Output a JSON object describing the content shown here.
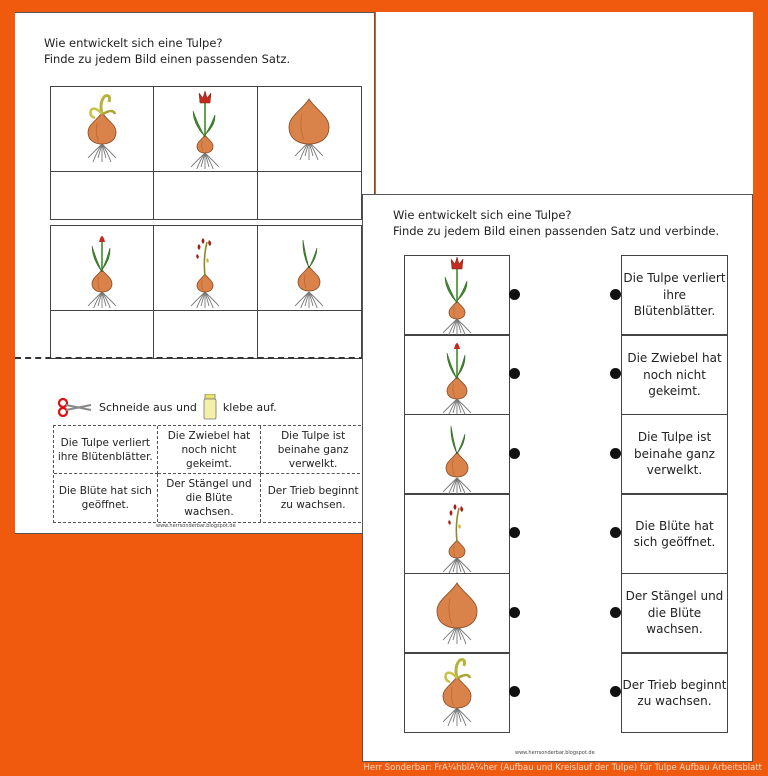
{
  "sheet1": {
    "title": "Wie entwickelt sich eine Tulpe?",
    "instruction": "Finde zu jedem Bild einen passenden Satz.",
    "top_images": [
      "bulb-sprouting-icon",
      "bloom-tulip-icon",
      "large-bulb-icon"
    ],
    "bottom_images": [
      "bud-tulip-icon",
      "wilting-tulip-icon",
      "young-shoot-icon"
    ],
    "cut_text_1": "Schneide aus und",
    "cut_text_2": "klebe auf.",
    "strips": [
      "Die Tulpe verliert ihre Blütenblätter.",
      "Die Zwiebel hat noch nicht gekeimt.",
      "Die Tulpe ist beinahe ganz verwelkt.",
      "Die Blüte hat sich geöffnet.",
      "Der Stängel und die Blüte wachsen.",
      "Der Trieb beginnt zu wachsen."
    ],
    "footer": "www.herrsonderbar.blogspot.de"
  },
  "sheet2": {
    "title": "Wie entwickelt sich eine Tulpe?",
    "instruction": "Finde zu jedem Bild einen passenden Satz und verbinde.",
    "images": [
      "bloom-tulip-icon",
      "bud-tulip-icon",
      "young-shoot-icon",
      "wilting-tulip-icon",
      "large-bulb-icon",
      "bulb-sprouting-icon"
    ],
    "sentences": [
      "Die Tulpe verliert ihre Blütenblätter.",
      "Die Zwiebel hat noch nicht gekeimt.",
      "Die Tulpe ist beinahe ganz verwelkt.",
      "Die Blüte hat sich geöffnet.",
      "Der Stängel und die Blüte wachsen.",
      "Der Trieb beginnt zu wachsen."
    ],
    "footer": "www.herrsonderbar.blogspot.de"
  },
  "caption": "Herr Sonderbar: FrÃ¼hblÃ¼her (Aufbau und Kreislauf der Tulpe) für Tulpe Aufbau Arbeitsblatt",
  "colors": {
    "background": "#f05a0e",
    "bulb": "#d9824a",
    "leaf": "#3f8a2a",
    "petal": "#c42a1e"
  }
}
